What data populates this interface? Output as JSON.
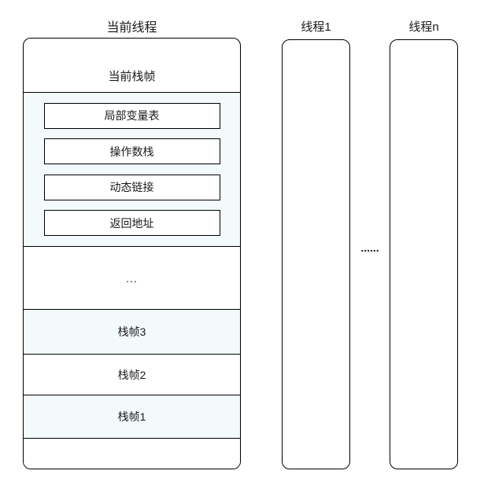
{
  "colors": {
    "stroke": "#000000",
    "section_tint": "#f2fafb",
    "background": "#ffffff",
    "text": "#1a1a1a"
  },
  "main_thread": {
    "title": "当前线程",
    "current_frame": {
      "label": "当前栈帧",
      "parts": [
        {
          "label": "局部变量表"
        },
        {
          "label": "操作数栈"
        },
        {
          "label": "动态链接"
        },
        {
          "label": "返回地址"
        }
      ]
    },
    "ellipsis": "...",
    "frames": [
      {
        "label": "栈帧3"
      },
      {
        "label": "栈帧2"
      },
      {
        "label": "栈帧1"
      }
    ]
  },
  "other_threads": [
    {
      "title": "线程1"
    },
    {
      "title": "线程n"
    }
  ],
  "separator_dots": "......"
}
